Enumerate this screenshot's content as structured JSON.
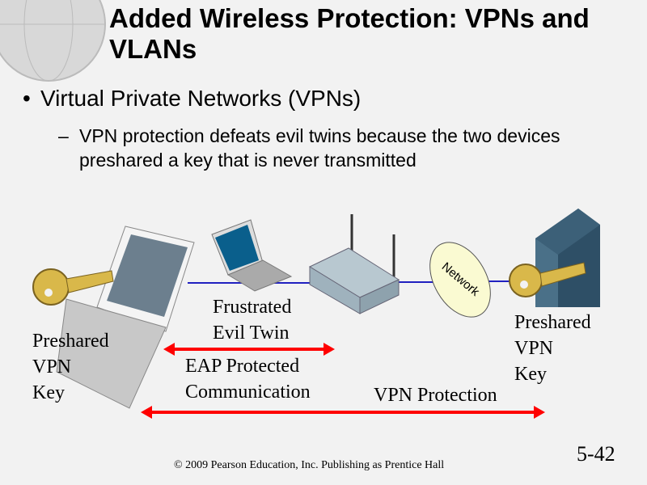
{
  "slide": {
    "title": "Added Wireless Protection: VPNs and VLANs",
    "bullet": "Virtual Private Networks (VPNs)",
    "sub_bullet": "VPN protection defeats evil twins because the two devices preshared a key that is never transmitted",
    "bullet_marker": "•",
    "sub_marker": "–"
  },
  "diagram": {
    "left_key_label": [
      "Preshared",
      "VPN",
      "Key"
    ],
    "evil_twin_label": [
      "Frustrated",
      "Evil Twin"
    ],
    "eap_label": [
      "EAP Protected",
      "Communication"
    ],
    "vpn_protection_label": "VPN Protection",
    "right_key_label": [
      "Preshared",
      "VPN",
      "Key"
    ],
    "network_cloud_label": "Network",
    "arrow_color": "#ff0000",
    "link_color": "#2020c0"
  },
  "footer": {
    "copyright": "© 2009 Pearson Education, Inc.  Publishing as Prentice Hall",
    "slide_number": "5-42"
  }
}
